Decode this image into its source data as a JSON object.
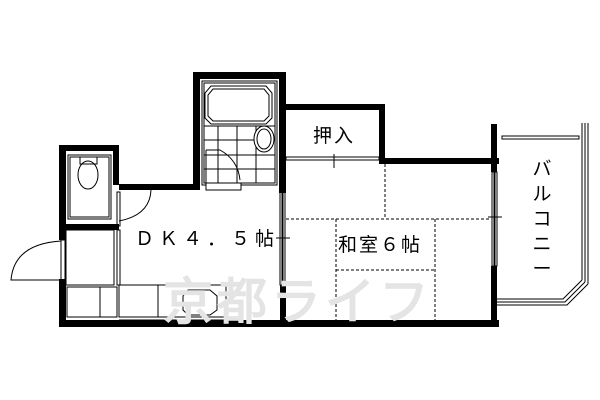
{
  "floor_plan": {
    "rooms": [
      {
        "id": "dk",
        "label": "ＤＫ４．５帖",
        "type": "dining-kitchen",
        "size_jo": 4.5
      },
      {
        "id": "washitsu",
        "label": "和室６帖",
        "type": "japanese-room",
        "size_jo": 6
      },
      {
        "id": "oshiire",
        "label": "押入",
        "type": "closet"
      },
      {
        "id": "balcony",
        "label": "バルコニー",
        "type": "balcony"
      }
    ],
    "fixtures": [
      {
        "id": "toilet",
        "name": "toilet"
      },
      {
        "id": "bath",
        "name": "unit-bath"
      },
      {
        "id": "washbasin",
        "name": "washbasin"
      },
      {
        "id": "kitchen-sink",
        "name": "kitchen-sink"
      },
      {
        "id": "entrance-door",
        "name": "entrance-door"
      }
    ],
    "colors": {
      "wall": "#000000",
      "background": "#ffffff",
      "watermark": "#e4e4e4"
    }
  },
  "watermark": {
    "text": "京都ライフ"
  }
}
